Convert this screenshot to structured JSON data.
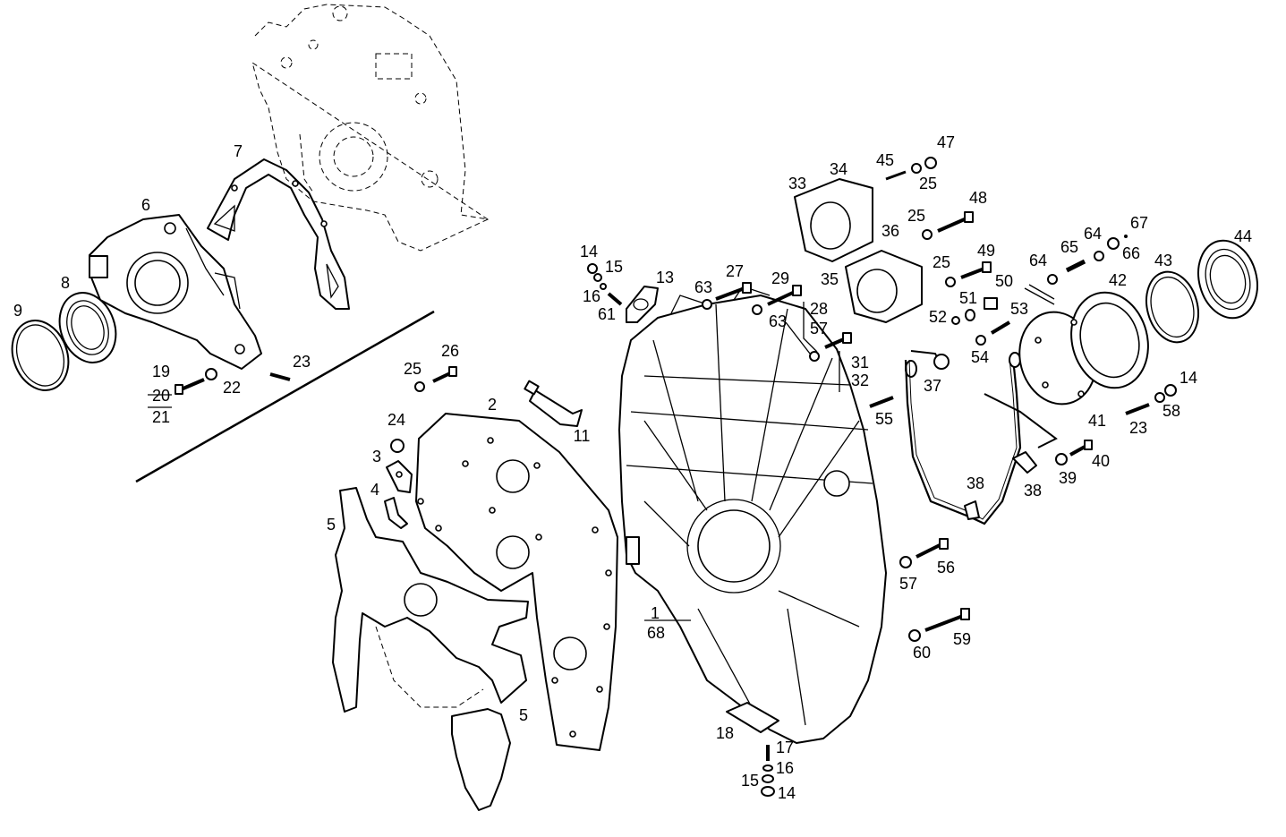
{
  "callouts": [
    {
      "id": "c-7",
      "text": "7"
    },
    {
      "id": "c-6",
      "text": "6"
    },
    {
      "id": "c-8",
      "text": "8"
    },
    {
      "id": "c-9",
      "text": "9"
    },
    {
      "id": "c-19",
      "text": "19"
    },
    {
      "id": "c-20",
      "text": "20"
    },
    {
      "id": "c-21",
      "text": "21"
    },
    {
      "id": "c-22",
      "text": "22"
    },
    {
      "id": "c-23a",
      "text": "23"
    },
    {
      "id": "c-25a",
      "text": "25"
    },
    {
      "id": "c-26",
      "text": "26"
    },
    {
      "id": "c-24",
      "text": "24"
    },
    {
      "id": "c-2",
      "text": "2"
    },
    {
      "id": "c-3",
      "text": "3"
    },
    {
      "id": "c-4",
      "text": "4"
    },
    {
      "id": "c-5a",
      "text": "5"
    },
    {
      "id": "c-5b",
      "text": "5"
    },
    {
      "id": "c-11",
      "text": "11"
    },
    {
      "id": "c-14a",
      "text": "14"
    },
    {
      "id": "c-15a",
      "text": "15"
    },
    {
      "id": "c-16a",
      "text": "16"
    },
    {
      "id": "c-61",
      "text": "61"
    },
    {
      "id": "c-13",
      "text": "13"
    },
    {
      "id": "c-63a",
      "text": "63"
    },
    {
      "id": "c-27",
      "text": "27"
    },
    {
      "id": "c-29",
      "text": "29"
    },
    {
      "id": "c-63b",
      "text": "63"
    },
    {
      "id": "c-28",
      "text": "28"
    },
    {
      "id": "c-57a",
      "text": "57"
    },
    {
      "id": "c-31",
      "text": "31"
    },
    {
      "id": "c-32",
      "text": "32"
    },
    {
      "id": "c-1",
      "text": "1"
    },
    {
      "id": "c-68",
      "text": "68"
    },
    {
      "id": "c-18",
      "text": "18"
    },
    {
      "id": "c-17",
      "text": "17"
    },
    {
      "id": "c-16b",
      "text": "16"
    },
    {
      "id": "c-15b",
      "text": "15"
    },
    {
      "id": "c-14b",
      "text": "14"
    },
    {
      "id": "c-33",
      "text": "33"
    },
    {
      "id": "c-34",
      "text": "34"
    },
    {
      "id": "c-45",
      "text": "45"
    },
    {
      "id": "c-47",
      "text": "47"
    },
    {
      "id": "c-25b",
      "text": "25"
    },
    {
      "id": "c-48",
      "text": "48"
    },
    {
      "id": "c-25c",
      "text": "25"
    },
    {
      "id": "c-36",
      "text": "36"
    },
    {
      "id": "c-35",
      "text": "35"
    },
    {
      "id": "c-25d",
      "text": "25"
    },
    {
      "id": "c-49",
      "text": "49"
    },
    {
      "id": "c-50",
      "text": "50"
    },
    {
      "id": "c-51",
      "text": "51"
    },
    {
      "id": "c-52",
      "text": "52"
    },
    {
      "id": "c-53",
      "text": "53"
    },
    {
      "id": "c-54",
      "text": "54"
    },
    {
      "id": "c-55",
      "text": "55"
    },
    {
      "id": "c-37",
      "text": "37"
    },
    {
      "id": "c-38a",
      "text": "38"
    },
    {
      "id": "c-38b",
      "text": "38"
    },
    {
      "id": "c-56",
      "text": "56"
    },
    {
      "id": "c-57b",
      "text": "57"
    },
    {
      "id": "c-59",
      "text": "59"
    },
    {
      "id": "c-60",
      "text": "60"
    },
    {
      "id": "c-64a",
      "text": "64"
    },
    {
      "id": "c-65",
      "text": "65"
    },
    {
      "id": "c-64b",
      "text": "64"
    },
    {
      "id": "c-67",
      "text": "67"
    },
    {
      "id": "c-66",
      "text": "66"
    },
    {
      "id": "c-42",
      "text": "42"
    },
    {
      "id": "c-43",
      "text": "43"
    },
    {
      "id": "c-44",
      "text": "44"
    },
    {
      "id": "c-41",
      "text": "41"
    },
    {
      "id": "c-23b",
      "text": "23"
    },
    {
      "id": "c-58",
      "text": "58"
    },
    {
      "id": "c-14c",
      "text": "14"
    },
    {
      "id": "c-39",
      "text": "39"
    },
    {
      "id": "c-40",
      "text": "40"
    }
  ]
}
